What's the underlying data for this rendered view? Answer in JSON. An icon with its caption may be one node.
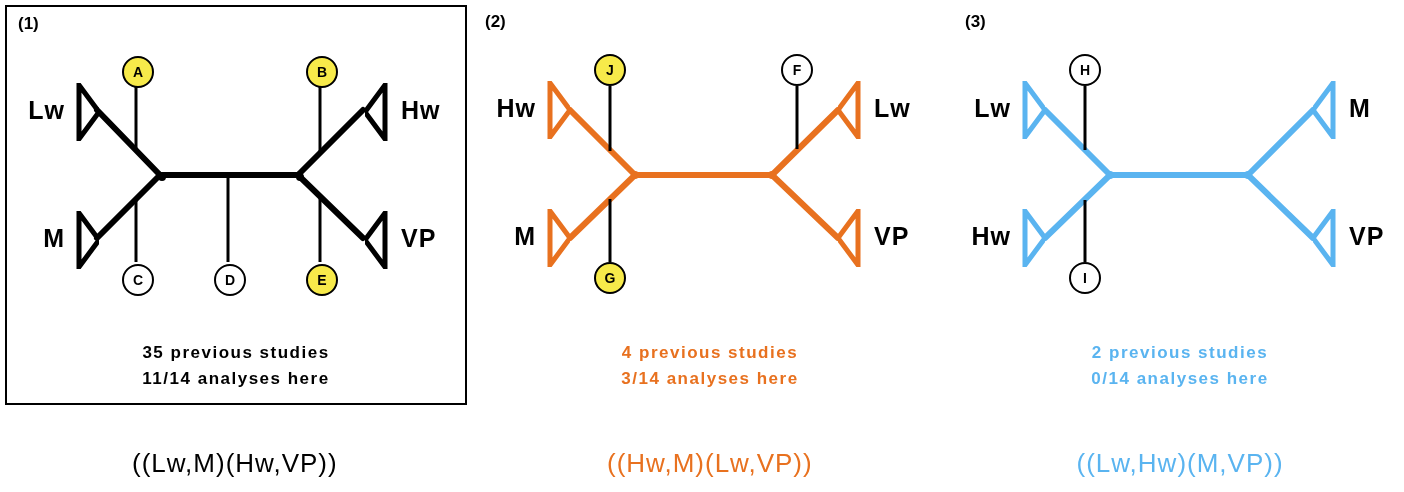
{
  "diagram": {
    "nodes": [
      {
        "text": [
          "(1)",
          "35 previous studies 11/14 analyses here"
        ]
      },
      {
        "text": [
          "A"
        ],
        "in": 0
      },
      {
        "text": [
          "B"
        ],
        "in": 0
      },
      {
        "text": [
          "Lw"
        ],
        "in": 0
      },
      {
        "text": [
          "Hw"
        ],
        "in": 0
      },
      {
        "text": [],
        "shape": "point",
        "in": 0
      },
      {
        "text": [],
        "shape": "point",
        "in": 0
      },
      {
        "text": [
          "M"
        ],
        "in": 0
      },
      {
        "text": [
          "VP"
        ],
        "in": 0
      },
      {
        "text": [
          "C"
        ],
        "in": 0
      },
      {
        "text": [
          "D"
        ],
        "in": 0
      },
      {
        "text": [
          "E"
        ],
        "in": 0
      },
      {
        "text": [
          "J"
        ]
      },
      {
        "text": [
          "F"
        ]
      },
      {
        "text": [
          "Hw"
        ]
      },
      {
        "text": [
          "Lw"
        ]
      },
      {
        "text": [],
        "shape": "point"
      },
      {
        "text": [],
        "shape": "point"
      },
      {
        "text": [
          "M"
        ]
      },
      {
        "text": [
          "VP"
        ]
      },
      {
        "text": [
          "G"
        ]
      },
      {
        "text": [
          "H"
        ]
      },
      {
        "text": [
          "Lw"
        ]
      },
      {
        "text": [
          "M"
        ]
      },
      {
        "text": [],
        "shape": "point"
      },
      {
        "text": [],
        "shape": "point"
      },
      {
        "text": [
          "Hw"
        ]
      },
      {
        "text": [
          "VP"
        ]
      },
      {
        "text": [
          "I"
        ]
      }
    ],
    "edges": [
      {
        "from": 5,
        "to": 3,
        "arrow": "none"
      },
      {
        "from": 5,
        "to": 7,
        "arrow": "none"
      },
      {
        "from": 5,
        "to": 6,
        "arrow": "none"
      },
      {
        "from": 6,
        "to": 4,
        "arrow": "none"
      },
      {
        "from": 6,
        "to": 8,
        "arrow": "none"
      },
      {
        "from": 1,
        "to": null,
        "arrow": "none"
      },
      {
        "from": 2,
        "to": null,
        "arrow": "none"
      },
      {
        "from": 9,
        "to": null,
        "arrow": "none"
      },
      {
        "from": 10,
        "to": null,
        "arrow": "none"
      },
      {
        "from": 11,
        "to": null,
        "arrow": "none"
      },
      {
        "from": 16,
        "to": 14,
        "arrow": "none",
        "color": "#e8711f"
      },
      {
        "from": 16,
        "to": 18,
        "arrow": "none",
        "color": "#e8711f"
      },
      {
        "from": 16,
        "to": 17,
        "arrow": "none",
        "color": "#e8711f"
      },
      {
        "from": 17,
        "to": 15,
        "arrow": "none",
        "color": "#e8711f"
      },
      {
        "from": 17,
        "to": 19,
        "arrow": "none",
        "color": "#e8711f"
      },
      {
        "from": 12,
        "to": null,
        "arrow": "none"
      },
      {
        "from": 13,
        "to": null,
        "arrow": "none"
      },
      {
        "from": 20,
        "to": null,
        "arrow": "none"
      },
      {
        "from": 24,
        "to": 22,
        "arrow": "none",
        "color": "#5ab4f0"
      },
      {
        "from": 24,
        "to": 26,
        "arrow": "none",
        "color": "#5ab4f0"
      },
      {
        "from": 24,
        "to": 25,
        "arrow": "none",
        "color": "#5ab4f0"
      },
      {
        "from": 25,
        "to": 23,
        "arrow": "none",
        "color": "#5ab4f0"
      },
      {
        "from": 25,
        "to": 27,
        "arrow": "none",
        "color": "#5ab4f0"
      },
      {
        "from": 21,
        "to": null,
        "arrow": "none"
      },
      {
        "from": 28,
        "to": null,
        "arrow": "none"
      }
    ],
    "labels": [
      "(2)",
      "(3)",
      "4 previous studies 3/14 analyses here",
      "2 previous studies 0/14 analyses here",
      "((Lw,M)(Hw,VP))",
      "((Hw,M)(Lw,VP))",
      "((Lw,Hw)(M,VP))"
    ]
  }
}
